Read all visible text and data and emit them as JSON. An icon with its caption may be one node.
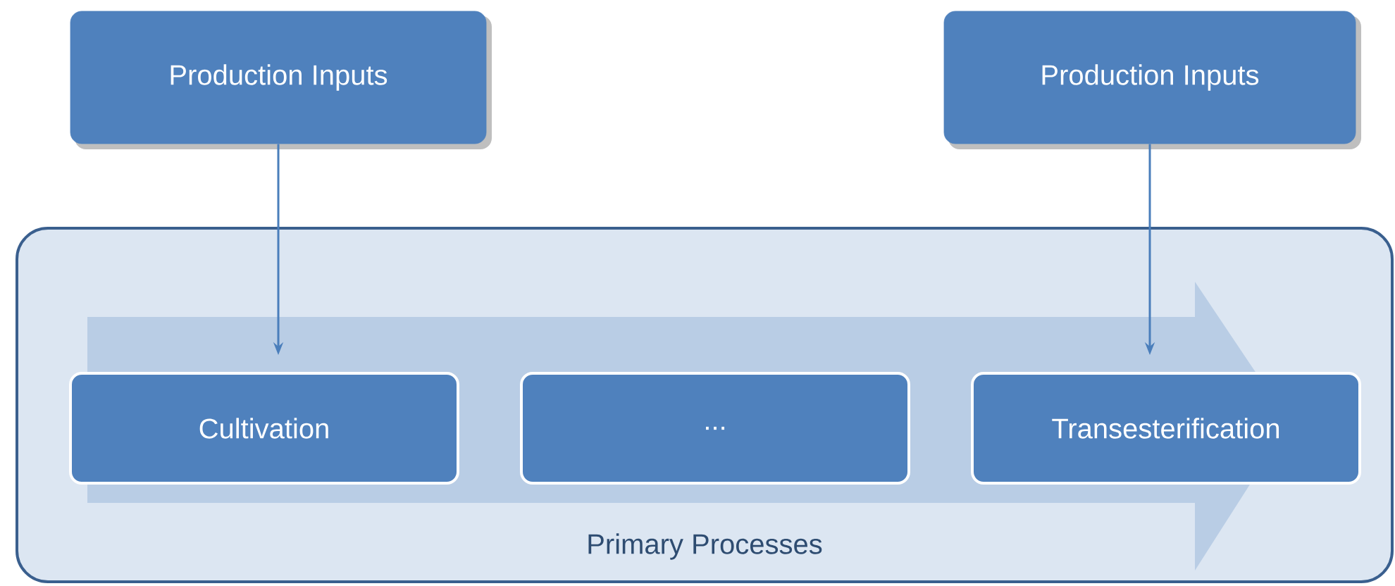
{
  "diagram": {
    "nodes": [
      {
        "text": [
          "Production Inputs"
        ]
      },
      {
        "text": [
          "Production Inputs"
        ]
      },
      {
        "text": [
          "Primary Processes"
        ]
      },
      {
        "text": [
          "Cultivation"
        ],
        "in": 2
      },
      {
        "text": [
          "..."
        ],
        "in": 2
      },
      {
        "text": [
          "Transesterification"
        ],
        "in": 2
      }
    ],
    "edges": [
      {
        "from": 0,
        "to": 3,
        "arrow": "to"
      },
      {
        "from": 1,
        "to": 5,
        "arrow": "to"
      }
    ]
  }
}
